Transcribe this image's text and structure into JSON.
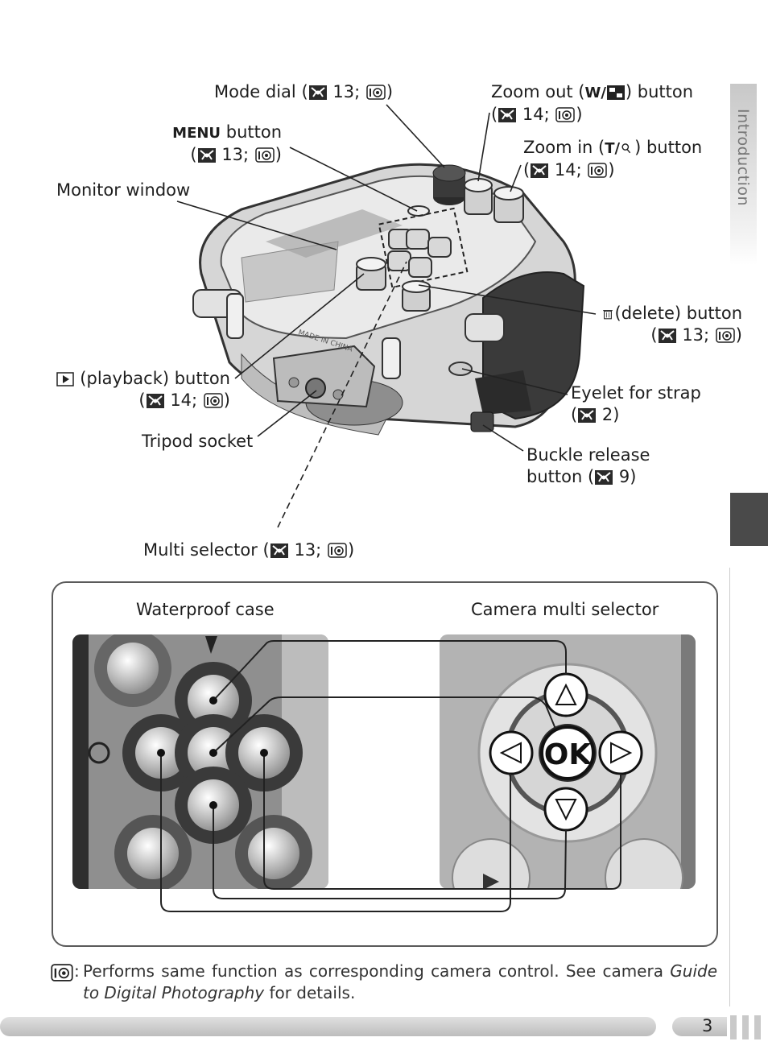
{
  "side_tab": "Introduction",
  "labels": {
    "mode_dial": {
      "name": "Mode dial",
      "ref_open": "(",
      "pages": "13;",
      "close": ")"
    },
    "menu_button": {
      "name_bold": "MENU",
      "name": "button",
      "pages": "13;",
      "open": "(",
      "close": ")"
    },
    "monitor_window": {
      "name": "Monitor window"
    },
    "zoom_out": {
      "name": "Zoom out (",
      "key": "W/",
      "suffix": ") button",
      "open": "(",
      "pages": "14;",
      "close": ")"
    },
    "zoom_in": {
      "name": "Zoom in (",
      "key": "T/",
      "suffix": ") button",
      "open": "(",
      "pages": "14;",
      "close": ")"
    },
    "delete": {
      "name": "(delete) button",
      "open": "(",
      "pages": "13;",
      "close": ")"
    },
    "eyelet": {
      "name": "Eyelet for strap",
      "open": "(",
      "pages": "2)"
    },
    "buckle": {
      "line1": "Buckle release",
      "line2": "button (",
      "pages": "9)"
    },
    "playback": {
      "name": "(playback) button",
      "open": "(",
      "pages": "14;",
      "close": ")"
    },
    "tripod": {
      "name": "Tripod socket"
    },
    "multi": {
      "name": "Multi selector (",
      "pages": "13;",
      "close": ")"
    }
  },
  "panel": {
    "left_title": "Waterproof case",
    "right_title": "Camera multi selector",
    "ok_label": "OK",
    "case_print": "MADE IN CHINA"
  },
  "footnote": {
    "sep": ":",
    "text_before": "Performs same function as corresponding camera control.  See camera ",
    "italic": "Guide to Digital Photography",
    "text_after": " for details."
  },
  "page_number": "3"
}
